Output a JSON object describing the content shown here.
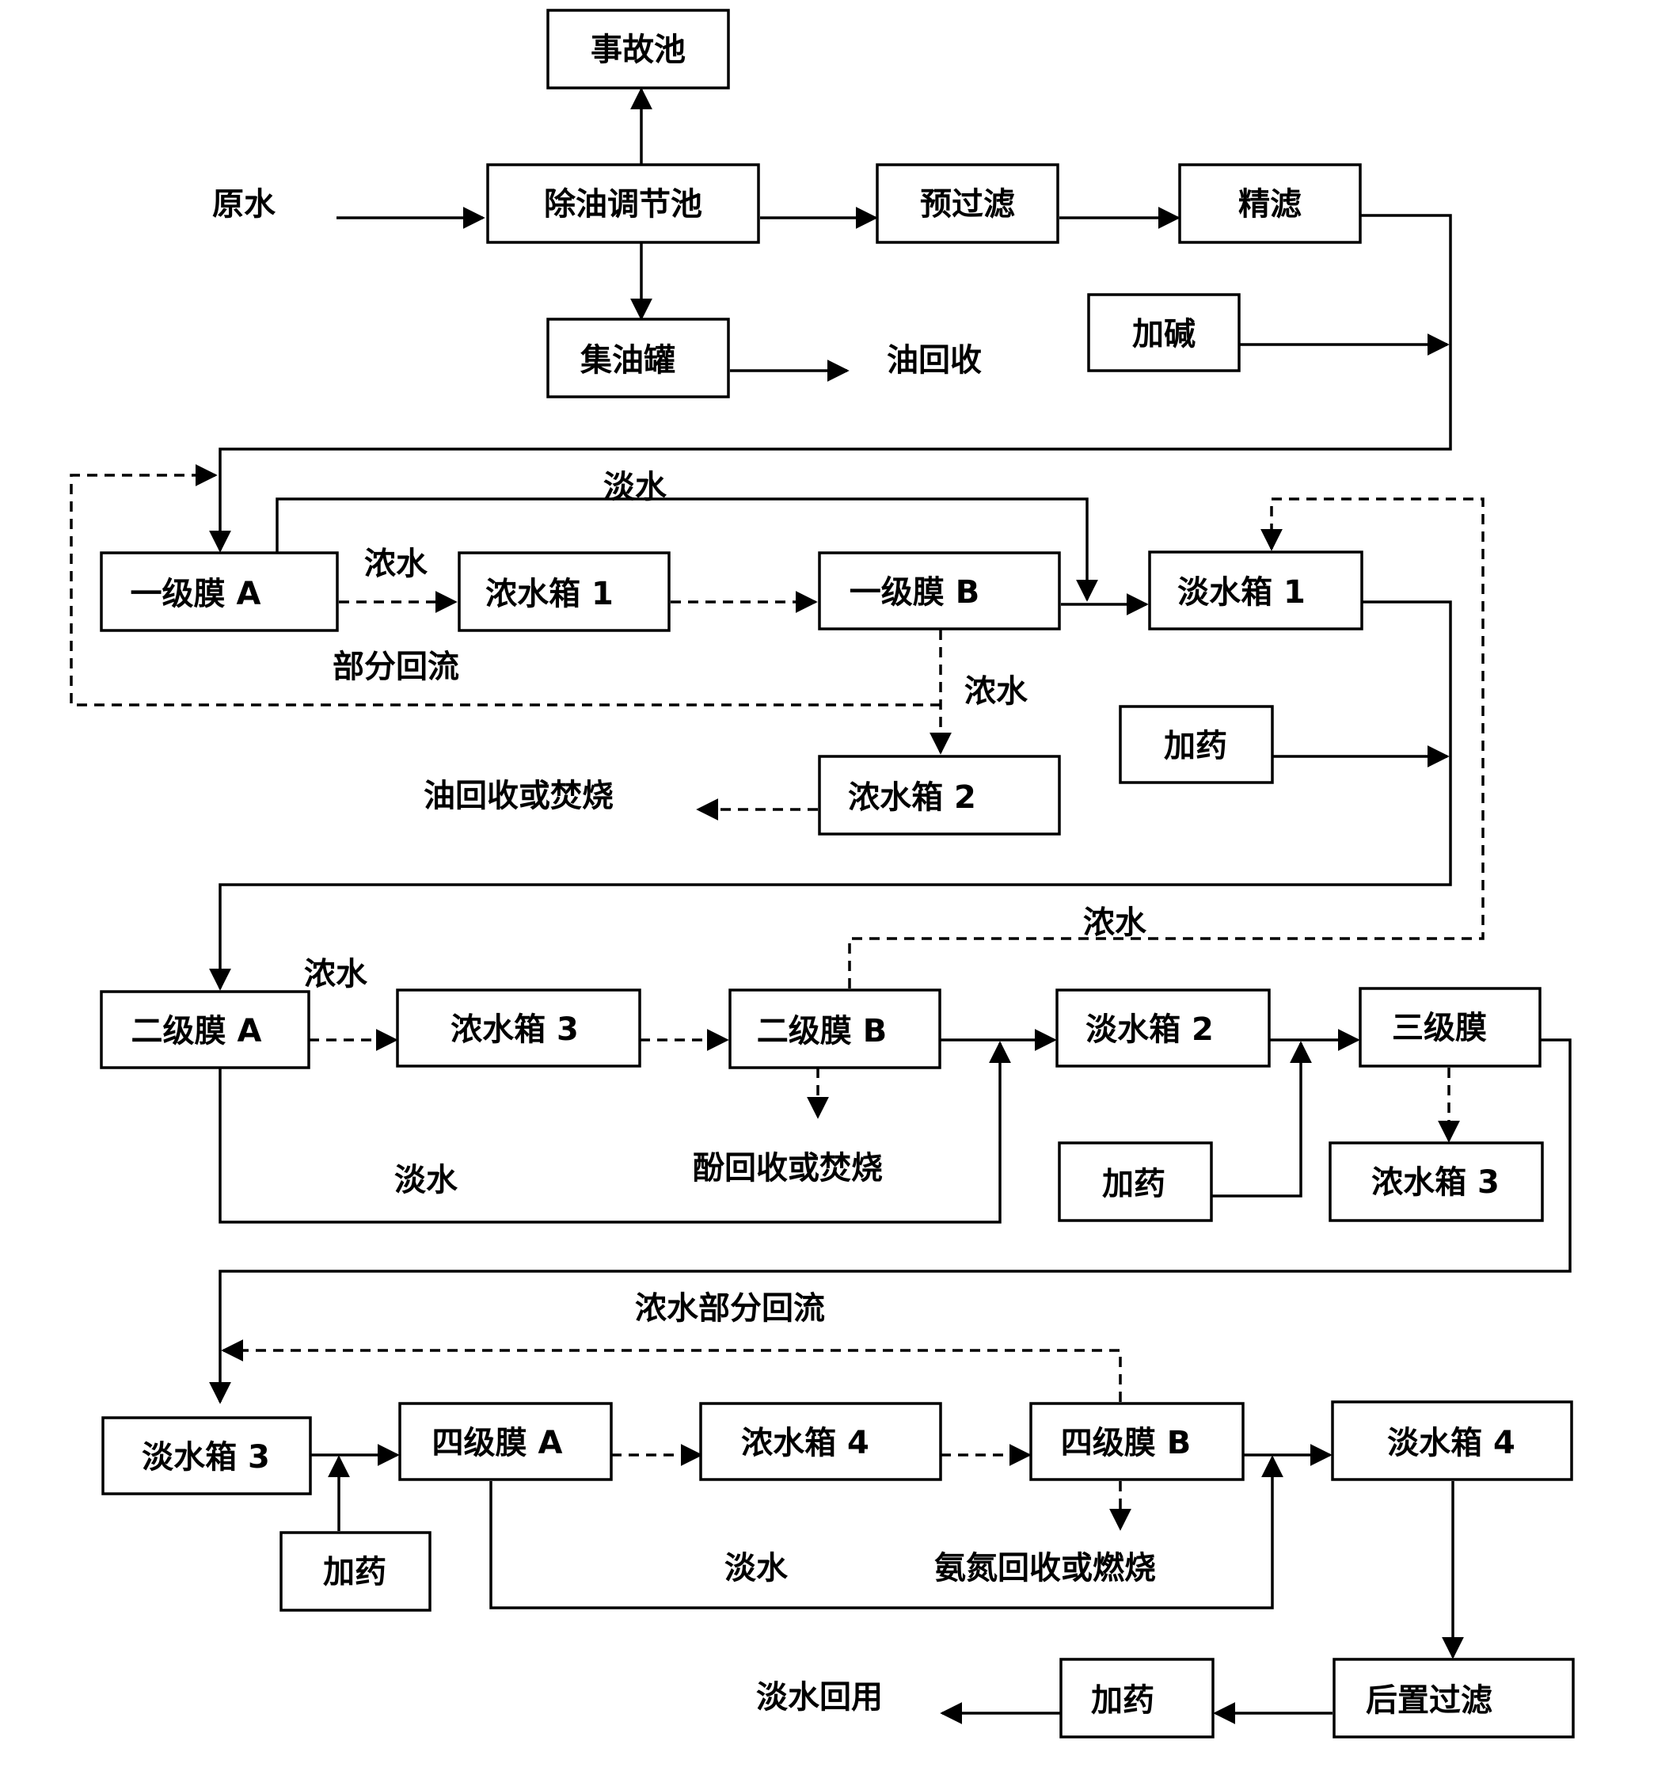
{
  "nodes": {
    "accident_pool": "事故池",
    "oil_removal_tank": "除油调节池",
    "oil_collection_tank": "集油罐",
    "pre_filter": "预过滤",
    "fine_filter": "精滤",
    "add_alkali": "加碱",
    "membrane_1a": "一级膜 A",
    "concentrate_tank_1": "浓水箱 1",
    "membrane_1b": "一级膜 B",
    "fresh_tank_1": "淡水箱 1",
    "add_chem_1": "加药",
    "concentrate_tank_2": "浓水箱 2",
    "membrane_2a": "二级膜 A",
    "concentrate_tank_3a": "浓水箱 3",
    "membrane_2b": "二级膜 B",
    "fresh_tank_2": "淡水箱 2",
    "membrane_3": "三级膜",
    "add_chem_2": "加药",
    "concentrate_tank_3b": "浓水箱 3",
    "fresh_tank_3": "淡水箱 3",
    "membrane_4a": "四级膜 A",
    "concentrate_tank_4": "浓水箱 4",
    "membrane_4b": "四级膜 B",
    "fresh_tank_4": "淡水箱 4",
    "add_chem_3": "加药",
    "post_filter": "后置过滤",
    "add_chem_4": "加药"
  },
  "labels": {
    "raw_water": "原水",
    "oil_recovery": "油回收",
    "fresh_water_1": "淡水",
    "concentrate_1": "浓水",
    "partial_reflux": "部分回流",
    "concentrate_2": "浓水",
    "oil_recovery_incineration": "油回收或焚烧",
    "concentrate_3": "浓水",
    "concentrate_4": "浓水",
    "fresh_water_2": "淡水",
    "phenol_recovery": "酚回收或焚烧",
    "concentrate_partial_reflux": "浓水部分回流",
    "fresh_water_3": "淡水",
    "ammonia_recovery": "氨氮回收或燃烧",
    "fresh_water_reuse": "淡水回用"
  }
}
